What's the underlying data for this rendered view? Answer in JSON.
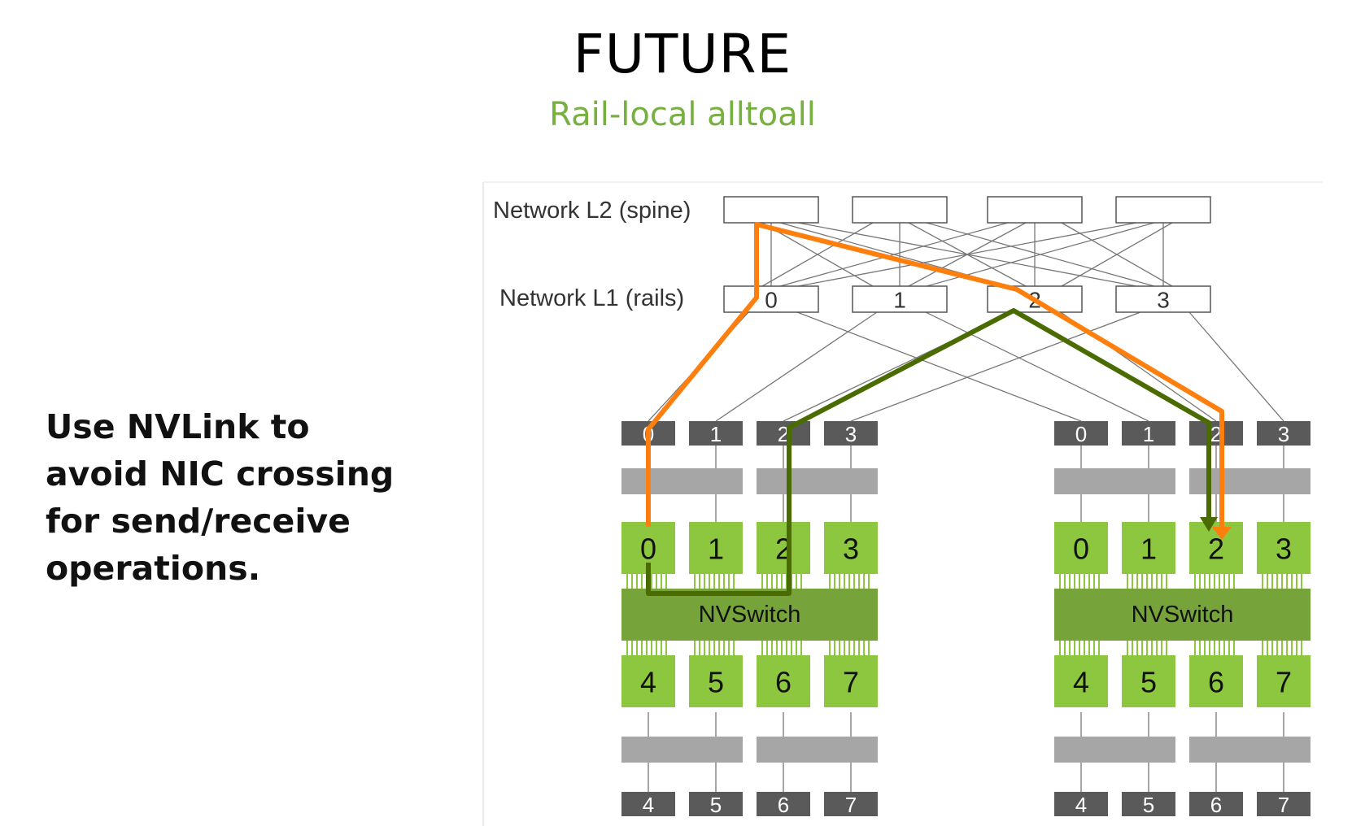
{
  "title": "FUTURE",
  "subtitle": "Rail-local alltoall",
  "description": [
    "Use NVLink to",
    "avoid NIC crossing",
    "for send/receive",
    "operations."
  ],
  "diagram": {
    "spine_label": "Network L2 (spine)",
    "rails_label": "Network L1 (rails)",
    "rail_ids": [
      "0",
      "1",
      "2",
      "3"
    ],
    "nodes": [
      {
        "nic_top": [
          "0",
          "1",
          "2",
          "3"
        ],
        "gpus_top": [
          "0",
          "1",
          "2",
          "3"
        ],
        "switch_label": "NVSwitch",
        "gpus_bottom": [
          "4",
          "5",
          "6",
          "7"
        ],
        "nic_bottom": [
          "4",
          "5",
          "6",
          "7"
        ]
      },
      {
        "nic_top": [
          "0",
          "1",
          "2",
          "3"
        ],
        "gpus_top": [
          "0",
          "1",
          "2",
          "3"
        ],
        "switch_label": "NVSwitch",
        "gpus_bottom": [
          "4",
          "5",
          "6",
          "7"
        ],
        "nic_bottom": [
          "4",
          "5",
          "6",
          "7"
        ]
      }
    ],
    "colors": {
      "gpu": "#8dc63f",
      "nvswitch": "#76a33a",
      "nic": "#5a5a5a",
      "pcie": "#a6a6a6",
      "orange_path": "#ff7f0e",
      "green_path": "#4a6b00"
    }
  }
}
